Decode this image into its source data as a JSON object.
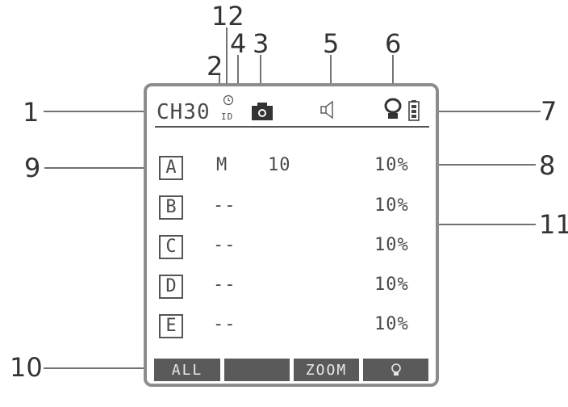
{
  "callouts": [
    "1",
    "2",
    "3",
    "4",
    "5",
    "6",
    "7",
    "8",
    "9",
    "10",
    "11",
    "12"
  ],
  "header": {
    "channel": "CH30",
    "id_label": "ID",
    "icons": [
      "clock-icon",
      "camera-icon",
      "speaker-icon",
      "flash-bulb-icon",
      "battery-icon"
    ]
  },
  "groups": [
    {
      "letter": "A",
      "mode": "M",
      "value": "10",
      "power": "10%"
    },
    {
      "letter": "B",
      "mode": "",
      "value": "--",
      "power": "10%"
    },
    {
      "letter": "C",
      "mode": "",
      "value": "--",
      "power": "10%"
    },
    {
      "letter": "D",
      "mode": "",
      "value": "--",
      "power": "10%"
    },
    {
      "letter": "E",
      "mode": "",
      "value": "--",
      "power": "10%"
    }
  ],
  "softkeys": [
    "ALL",
    "",
    "ZOOM",
    "bulb-icon"
  ],
  "colors": {
    "frame": "#8c8c8c",
    "text": "#4a4a4a",
    "softkey_bg": "#5a5a5a",
    "callout": "#333333"
  }
}
